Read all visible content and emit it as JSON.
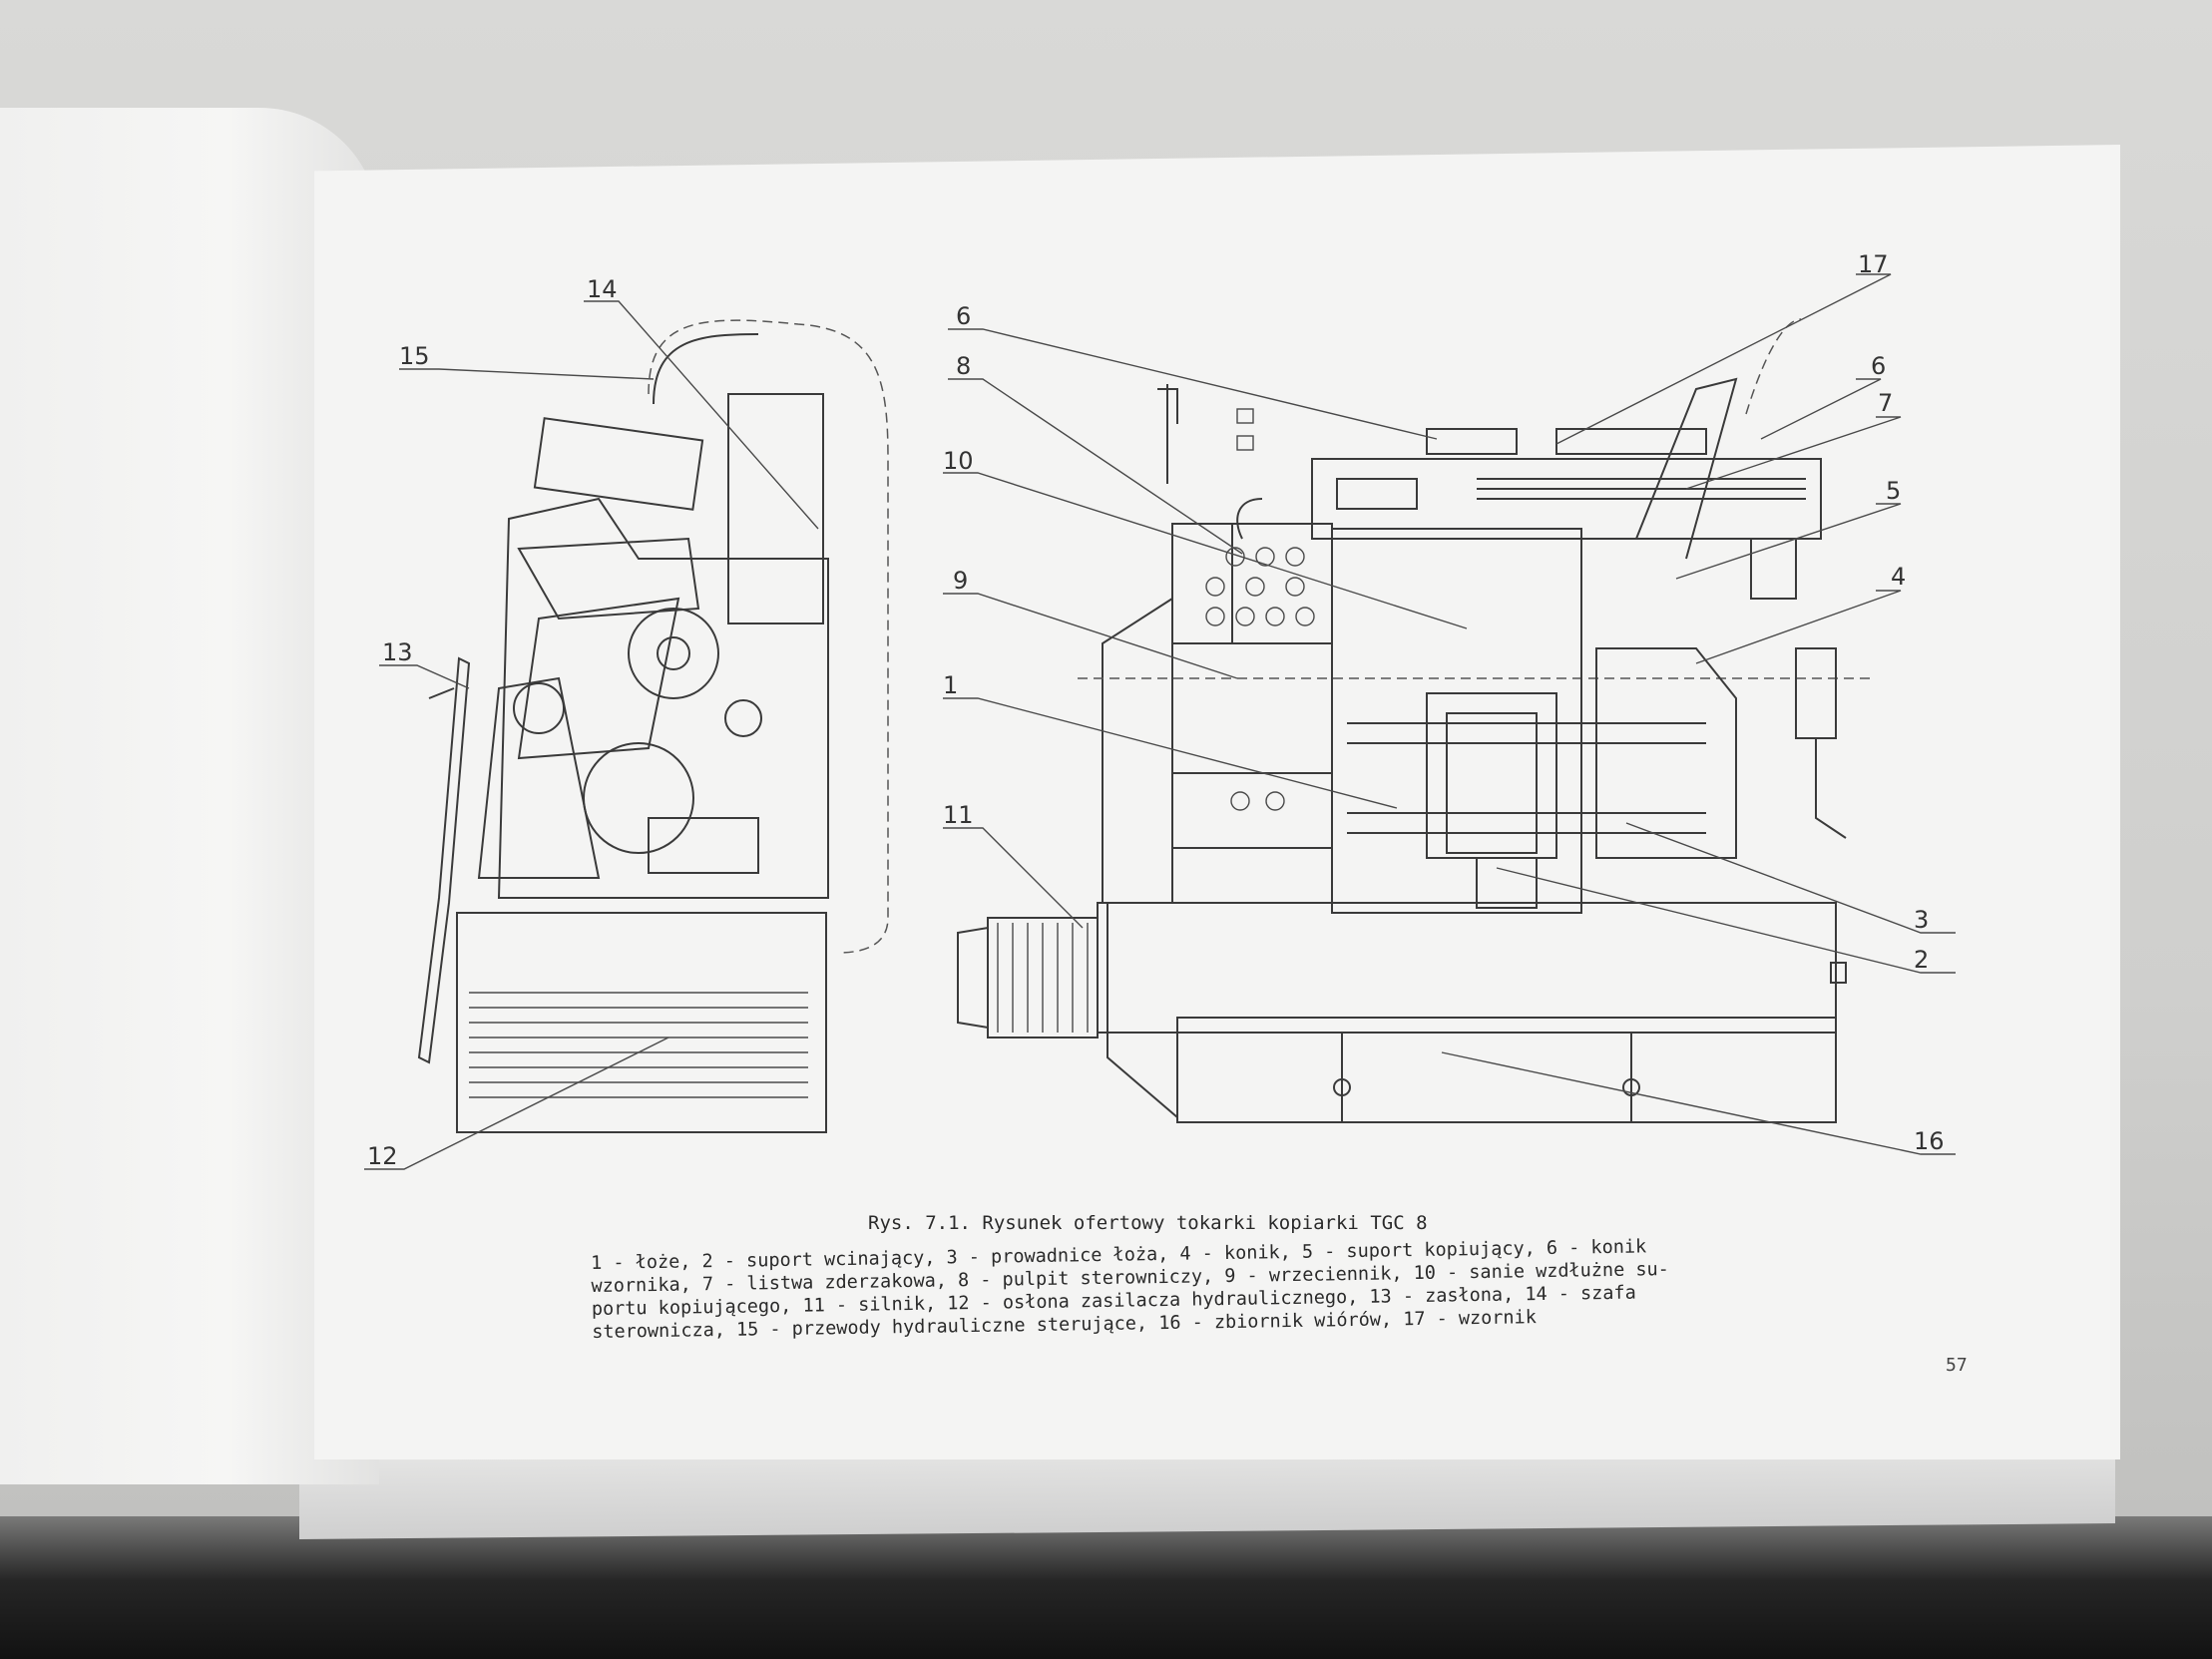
{
  "figure": {
    "title": "Rys. 7.1. Rysunek ofertowy tokarki kopiarki TGC 8",
    "legend": "1 - łoże, 2 - suport wcinający, 3 - prowadnice łoża, 4 - konik, 5 - suport kopiujący, 6 - konik\nwzornika, 7 - listwa zderzakowa, 8 - pulpit sterowniczy, 9 - wrzeciennik, 10 - sanie wzdłużne su-\nportu kopiującego, 11 - silnik, 12 - osłona zasilacza hydraulicznego, 13 - zasłona, 14 - szafa\nsterownicza, 15 - przewody hydrauliczne sterujące, 16 - zbiornik wiórów, 17 - wzornik",
    "page_number": "57"
  },
  "callouts": {
    "c14": "14",
    "c15": "15",
    "c13": "13",
    "c12": "12",
    "c6a": "6",
    "c8": "8",
    "c10": "10",
    "c9": "9",
    "c1": "1",
    "c11": "11",
    "c17": "17",
    "c6b": "6",
    "c7": "7",
    "c5": "5",
    "c4": "4",
    "c3": "3",
    "c2": "2",
    "c16": "16"
  }
}
